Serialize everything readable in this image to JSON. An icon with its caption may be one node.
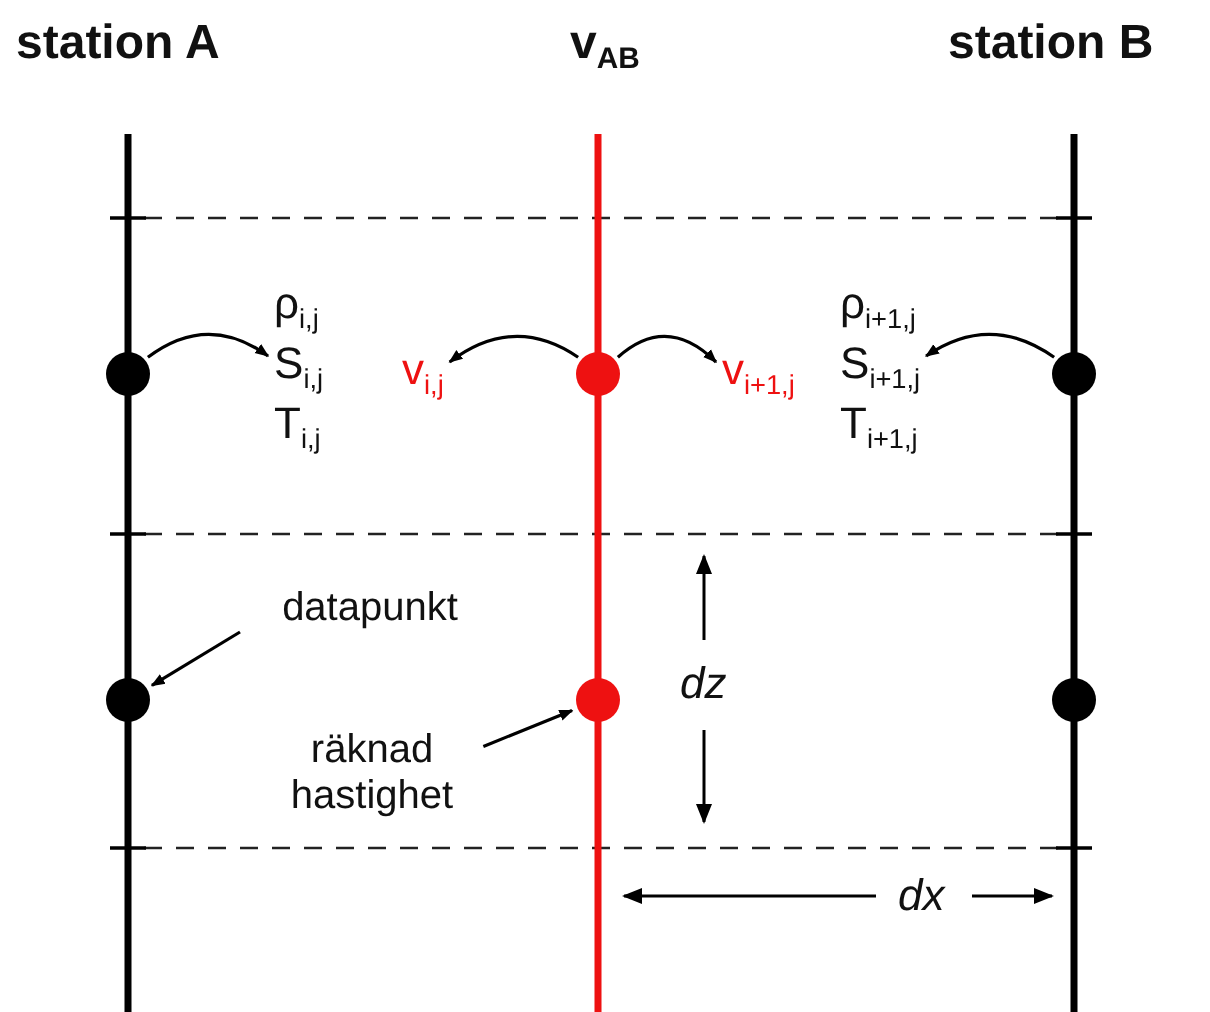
{
  "diagram": {
    "nodes": [
      {
        "text": [],
        "shape": "circle"
      },
      {
        "text": [
          "ρ$_{i,j}$",
          "S$_{i,j}$",
          "T$_{i,j}$"
        ]
      },
      {
        "text": [
          "v$_{i,j}$"
        ]
      },
      {
        "text": [],
        "shape": "circle"
      },
      {
        "text": [
          "v$_{i+1,j}$"
        ]
      },
      {
        "text": [
          "ρ$_{i+1,j}$",
          "S$_{i+1,j}$",
          "T$_{i+1,j}$"
        ]
      },
      {
        "text": [],
        "shape": "circle"
      },
      {
        "text": [
          "datapunkt"
        ]
      },
      {
        "text": [],
        "shape": "circle"
      },
      {
        "text": [
          "räknad hastighet"
        ]
      },
      {
        "text": [],
        "shape": "circle"
      },
      {
        "text": [],
        "shape": "circle"
      }
    ],
    "edges": [
      {
        "from": 0,
        "to": 1,
        "arrow": "to"
      },
      {
        "from": 3,
        "to": 2,
        "arrow": "to"
      },
      {
        "from": 3,
        "to": 4,
        "arrow": "to"
      },
      {
        "from": 6,
        "to": 5,
        "arrow": "to"
      },
      {
        "from": 7,
        "to": 8,
        "arrow": "to"
      },
      {
        "from": 9,
        "to": 10,
        "arrow": "to"
      }
    ],
    "labels": [
      "station A",
      "v$_{AB}$",
      "station B",
      "dz",
      "dx"
    ]
  }
}
